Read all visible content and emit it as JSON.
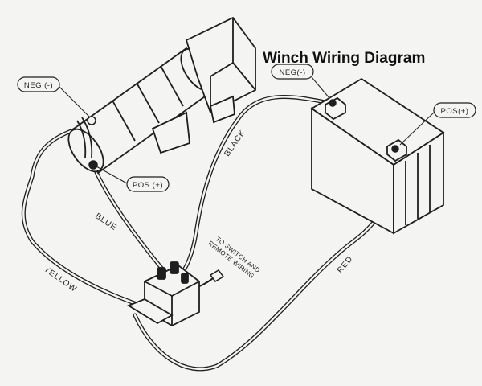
{
  "title": "Winch Wiring Diagram",
  "callouts": {
    "winch_neg": "NEG (-)",
    "winch_pos": "POS (+)",
    "battery_neg": "NEG(-)",
    "battery_pos": "POS(+)"
  },
  "wires": {
    "blue": "BLUE",
    "yellow": "YELLOW",
    "black": "BLACK",
    "red": "RED"
  },
  "note": {
    "line1": "TO SWITCH AND",
    "line2": "REMOTE WIRING"
  },
  "colors": {
    "ink": "#1e1e1e",
    "paper": "#f4f4f2"
  }
}
